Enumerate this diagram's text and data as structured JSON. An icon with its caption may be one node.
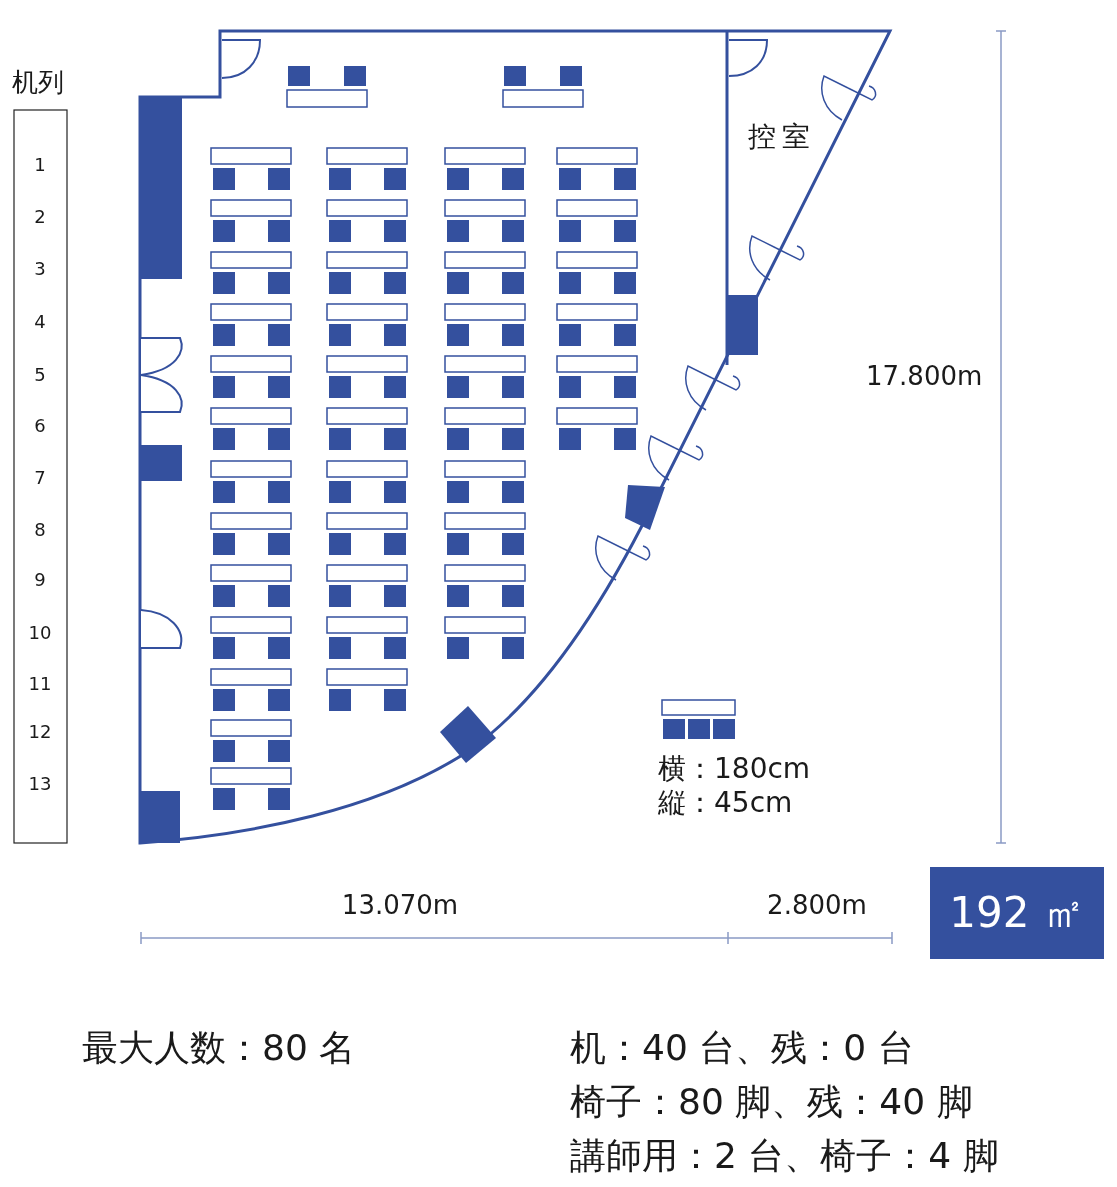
{
  "diagram": {
    "nodes": [
      {
        "text": [
          "192 ㎡"
        ]
      }
    ],
    "labels": [
      "机列",
      "1",
      "2",
      "3",
      "4",
      "5",
      "6",
      "7",
      "8",
      "9",
      "10",
      "11",
      "12",
      "13",
      "控室",
      "17.800m",
      "横：180cm",
      "縦：45cm",
      "13.070m",
      "2.800m",
      "最大人数：80 名",
      "机：40 台、残：0 台",
      "椅子：80 脚、残：40 脚",
      "講師用：2 台、椅子：4 脚"
    ]
  }
}
